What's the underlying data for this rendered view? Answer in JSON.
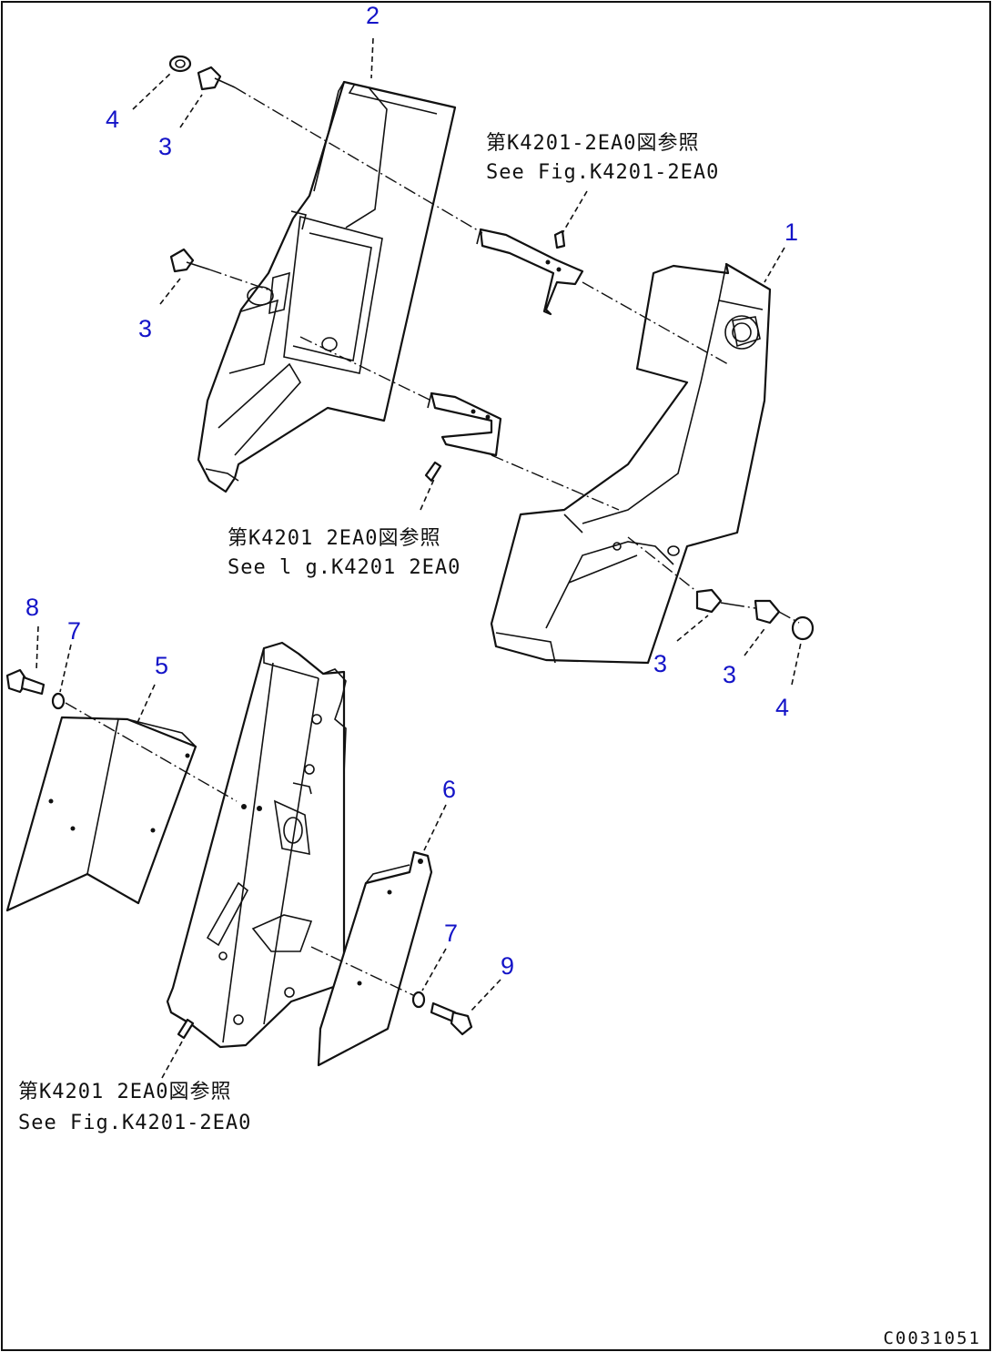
{
  "callouts": {
    "c1": "1",
    "c2": "2",
    "c3a": "3",
    "c3b": "3",
    "c3c": "3",
    "c3d": "3",
    "c4a": "4",
    "c4b": "4",
    "c5": "5",
    "c6": "6",
    "c7a": "7",
    "c7b": "7",
    "c8": "8",
    "c9": "9"
  },
  "notes": {
    "n1_jp": "第K4201-2EA0図参照",
    "n1_en": "See Fig.K4201-2EA0",
    "n2_jp": "第K4201 2EA0図参照",
    "n2_en": "See l g.K4201 2EA0",
    "n3_jp": "第K4201 2EA0図参照",
    "n3_en": "See Fig.K4201-2EA0"
  },
  "drawing_code": "C0031051",
  "colors": {
    "callout": "#1414c8",
    "line": "#111111",
    "background": "#ffffff"
  }
}
